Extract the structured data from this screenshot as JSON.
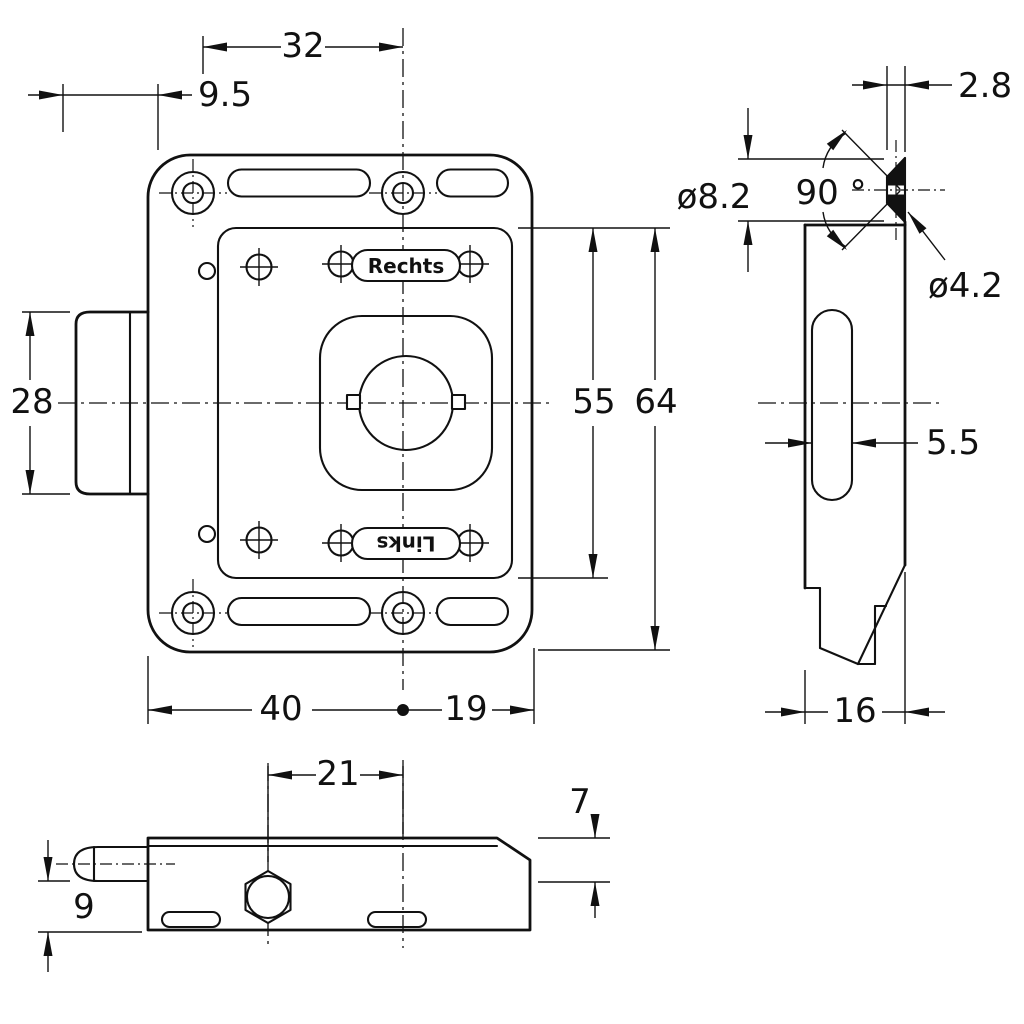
{
  "drawing": {
    "front_view": {
      "marking_top": "Rechts",
      "marking_bottom": "Links",
      "dim_width_top": "32",
      "dim_offset_left": "9.5",
      "dim_bolt_height": "28",
      "dim_plate_height": "55",
      "dim_body_height": "64",
      "dim_bottom_left": "40",
      "dim_bottom_right": "19"
    },
    "side_view": {
      "dim_tip_flat": "2.8",
      "dim_pin_diameter": "ø8.2",
      "dim_cone_angle": "90 °",
      "dim_tip_diameter": "ø4.2",
      "dim_slot_width": "5.5",
      "dim_depth": "16"
    },
    "bottom_view": {
      "dim_spindle_offset": "21",
      "dim_lip_height": "7",
      "dim_pin_offset": "9"
    }
  }
}
